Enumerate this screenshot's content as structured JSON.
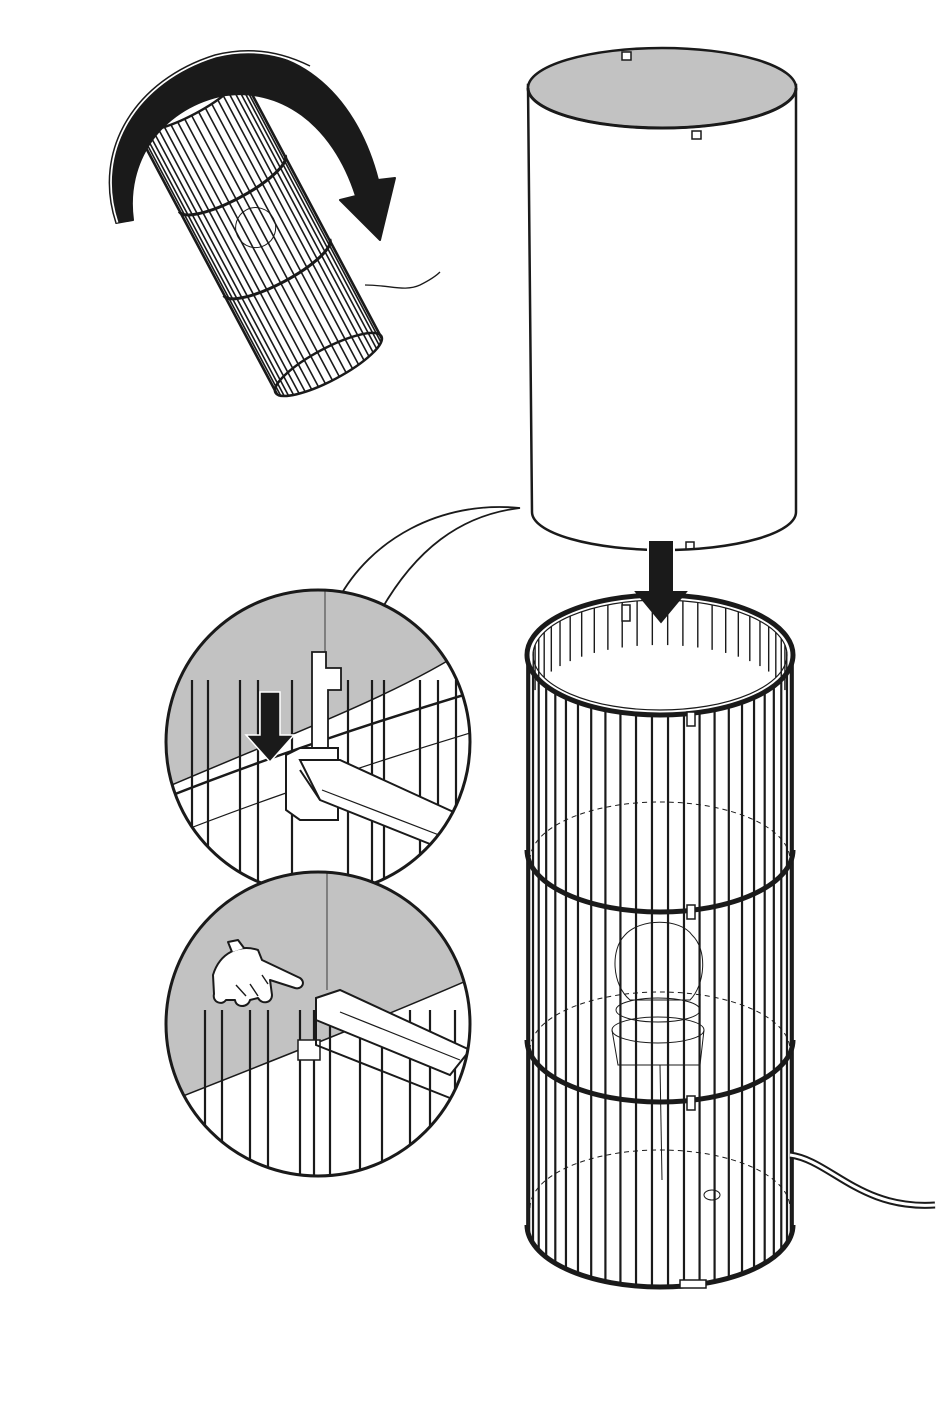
{
  "illustration": {
    "steps": [
      {
        "id": "flip-cage",
        "action": "rotate"
      },
      {
        "id": "lower-shade-onto-cage",
        "action": "insert-down"
      },
      {
        "id": "detail-clip-insert",
        "action": "push-down"
      },
      {
        "id": "detail-press-to-lock",
        "action": "press"
      }
    ]
  },
  "colors": {
    "line": "#1a1a1a",
    "shade_fill": "#ffffff",
    "shade_inner": "#c2c2c2",
    "detail_gray": "#c2c2c2",
    "paper": "#ffffff"
  },
  "icons": [
    "rotate-arrow-icon",
    "down-arrow-icon",
    "pointing-hand-icon"
  ],
  "cage": {
    "rings": 3,
    "bars_visible": 26
  }
}
